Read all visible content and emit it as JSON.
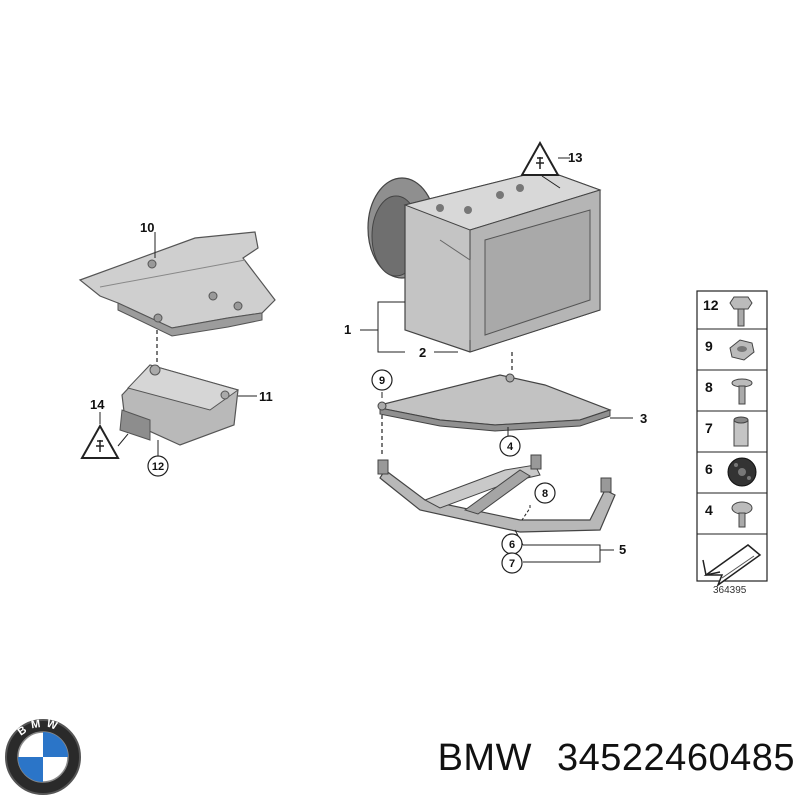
{
  "diagram": {
    "callouts": [
      "1",
      "2",
      "3",
      "4",
      "5",
      "6",
      "7",
      "8",
      "9",
      "10",
      "11",
      "12",
      "13",
      "14"
    ],
    "legend": {
      "items": [
        "12",
        "9",
        "8",
        "7",
        "6",
        "4"
      ],
      "reference_number": "364395"
    }
  },
  "brand": {
    "logo_text": "BMW",
    "caption_brand": "BMW",
    "caption_part_number": "34522460485"
  },
  "colors": {
    "part_fill": "#c8c8c8",
    "part_dark": "#8a8a8a",
    "line": "#222222"
  }
}
